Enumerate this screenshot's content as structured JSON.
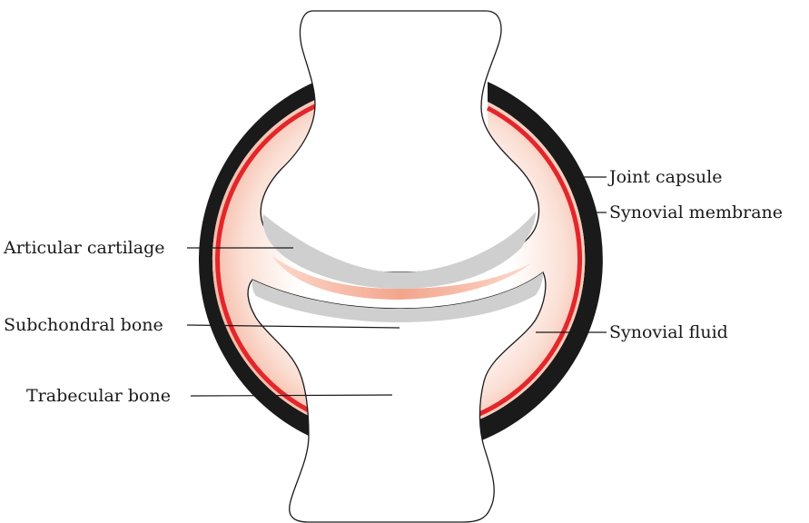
{
  "labels": {
    "articular_cartilage": "Articular cartilage",
    "subchondral_bone": "Subchondral bone",
    "trabecular_bone": "Trabecular bone",
    "joint_capsule": "Joint capsule",
    "synovial_membrane": "Synovial membrane",
    "synovial_fluid": "Synovial fluid"
  },
  "colors": {
    "capsule": "#1a1a1a",
    "membrane": "#e3262b",
    "fluid": "#f6b8a6",
    "cartilage": "#cfcfcf",
    "bone_fill": "#ffffff",
    "outline": "#1a1a1a"
  }
}
